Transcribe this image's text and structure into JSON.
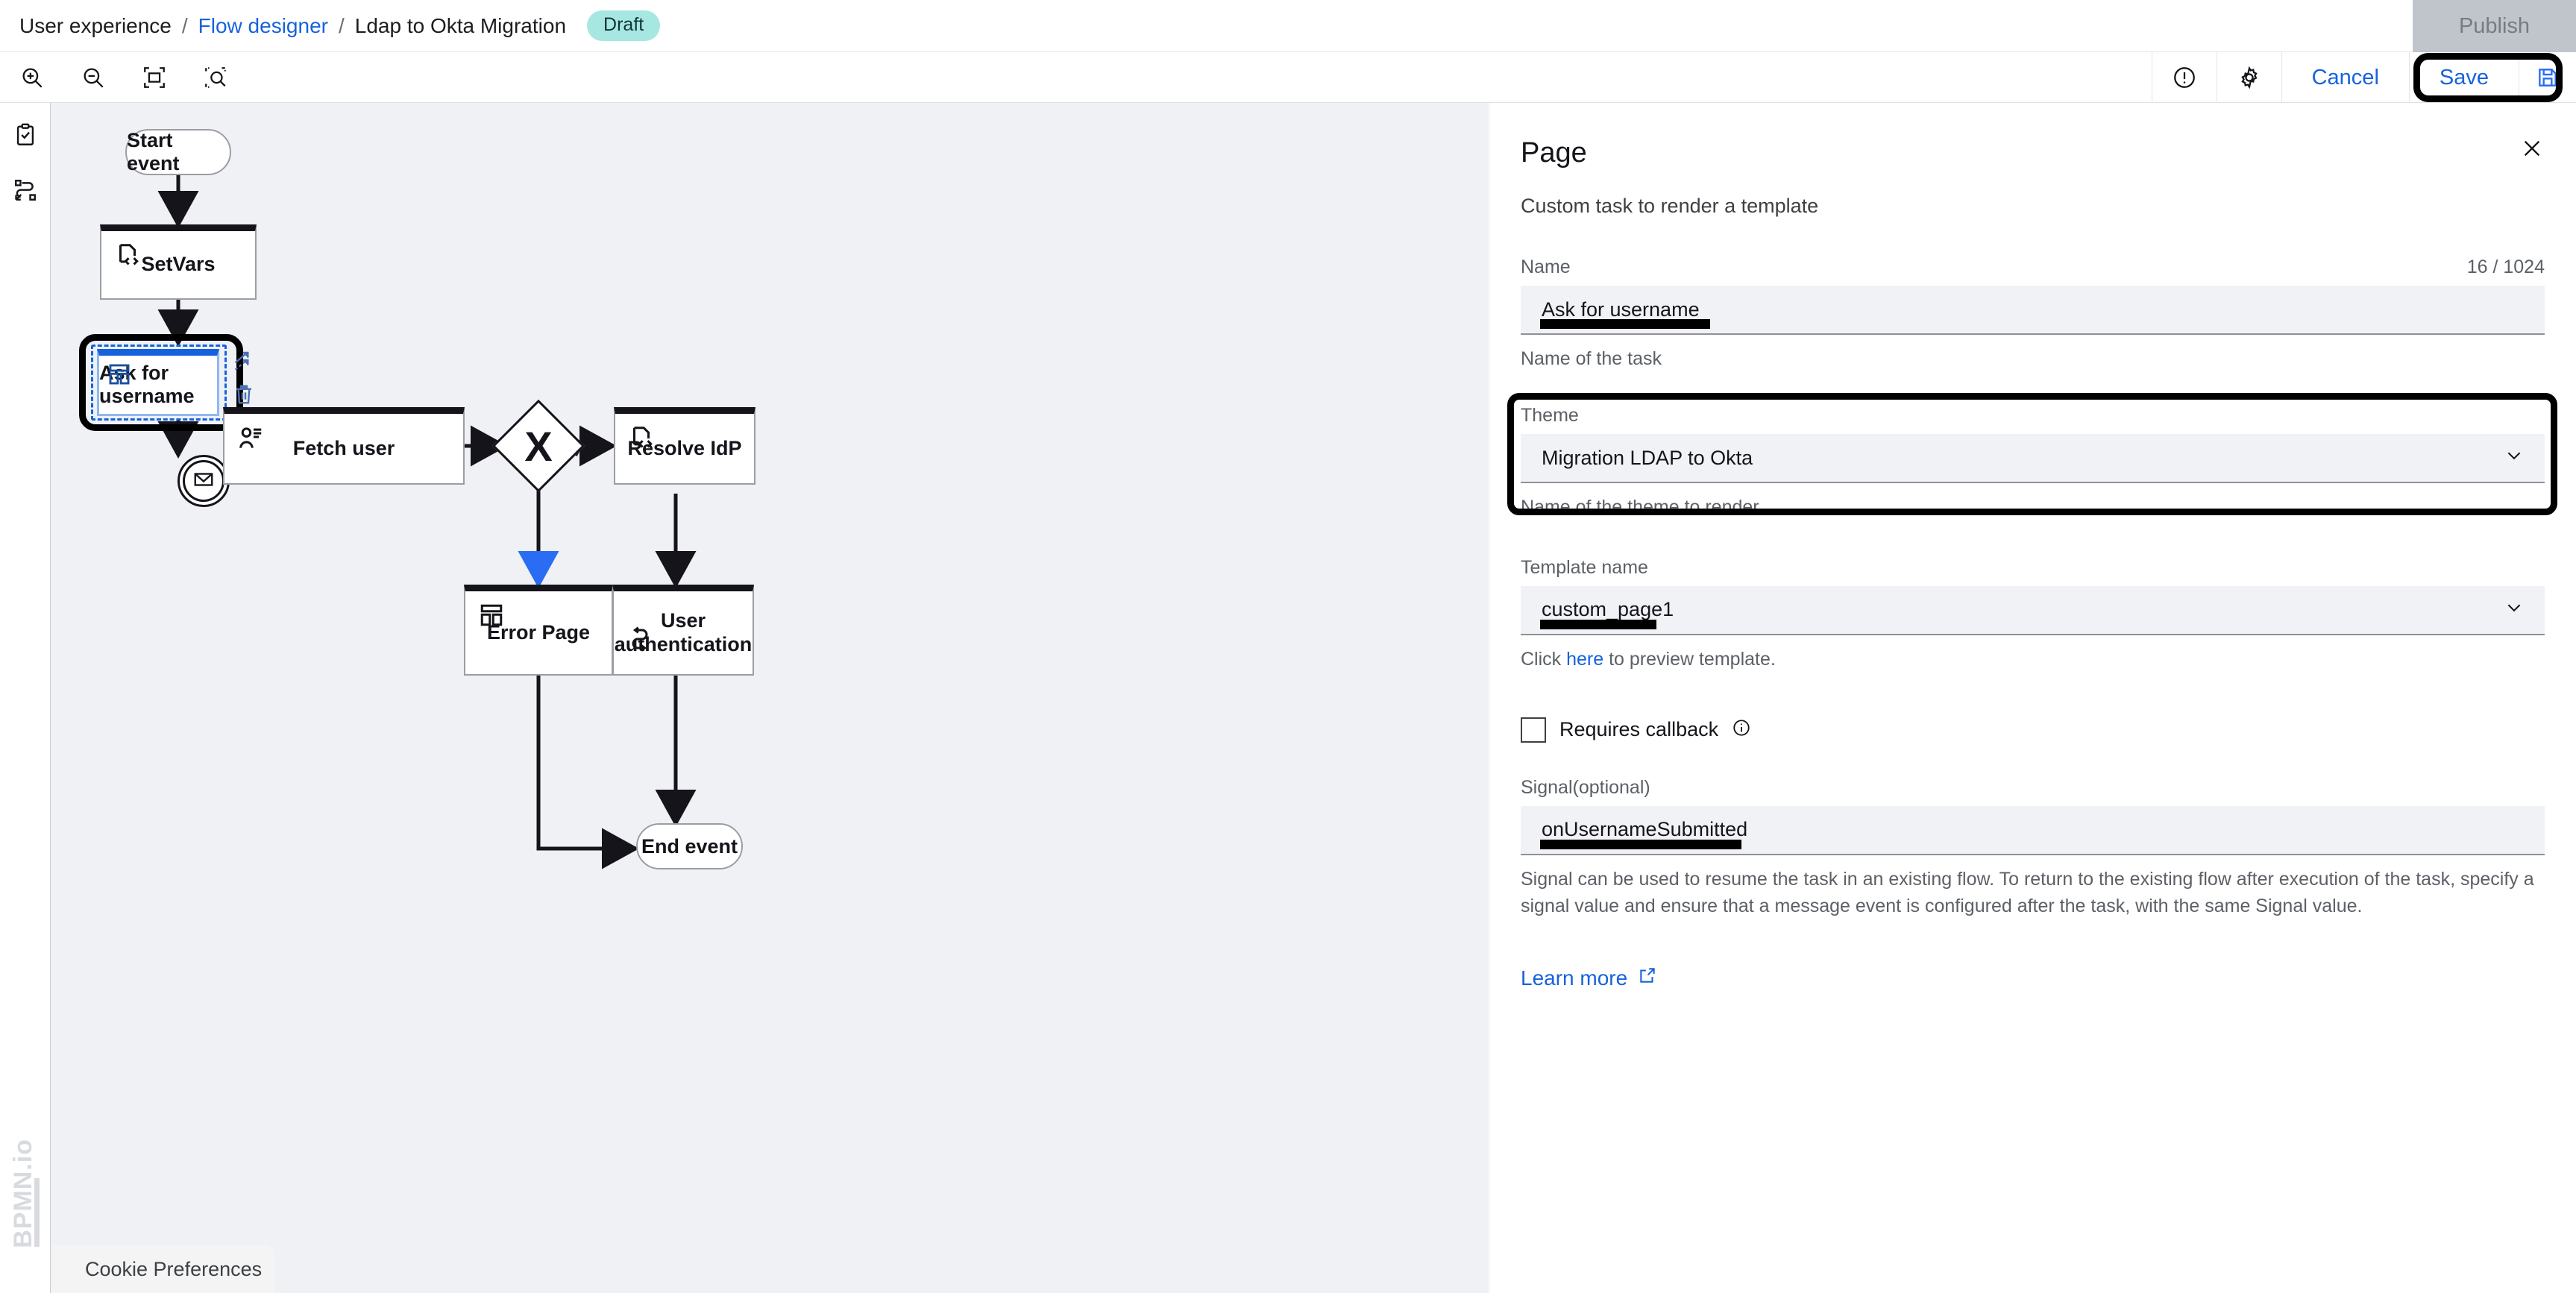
{
  "breadcrumb": {
    "root": "User experience",
    "section": "Flow designer",
    "current": "Ldap to Okta Migration",
    "status_badge": "Draft",
    "separator": "/"
  },
  "header": {
    "publish_label": "Publish",
    "cancel_label": "Cancel",
    "save_label": "Save",
    "alert_icon": "alert-circle-icon",
    "settings_icon": "gear-icon",
    "save_disk_icon": "floppy-disk-icon"
  },
  "canvas_toolbar": {
    "zoom_in_icon": "zoom-in-icon",
    "zoom_out_icon": "zoom-out-icon",
    "fit_viewport_icon": "fit-to-screen-icon",
    "zoom_selection_icon": "zoom-to-selection-icon"
  },
  "left_rail": {
    "items": [
      {
        "icon": "clipboard-check-icon",
        "name": "tasks-panel"
      },
      {
        "icon": "flow-nodes-icon",
        "name": "flow-elements-panel"
      }
    ]
  },
  "canvas": {
    "watermark": "BPMN.io",
    "cookie_preferences": "Cookie Preferences",
    "nodes": [
      {
        "id": "start",
        "label": "Start event",
        "type": "event",
        "icon": "none"
      },
      {
        "id": "setvars",
        "label": "SetVars",
        "type": "task",
        "icon": "script-code-icon"
      },
      {
        "id": "askuser",
        "label": "Ask for username",
        "type": "task",
        "icon": "template-page-icon",
        "selected": true
      },
      {
        "id": "message",
        "label": "",
        "type": "message-event",
        "icon": "envelope-icon"
      },
      {
        "id": "fetch",
        "label": "Fetch user",
        "type": "task",
        "icon": "user-profile-icon"
      },
      {
        "id": "gateway",
        "label": "X",
        "type": "gateway",
        "icon": "xor-gateway-icon"
      },
      {
        "id": "resolve",
        "label": "Resolve IdP",
        "type": "task",
        "icon": "script-code-icon"
      },
      {
        "id": "errorpage",
        "label": "Error Page",
        "type": "task",
        "icon": "template-page-icon"
      },
      {
        "id": "userauth",
        "label": "User\nauthentication",
        "type": "task",
        "icon": "subprocess-loop-icon"
      },
      {
        "id": "end",
        "label": "End event",
        "type": "event",
        "icon": "none"
      }
    ],
    "selection_tools": [
      {
        "icon": "connect-arrows-icon",
        "name": "connect-tool"
      },
      {
        "icon": "trash-icon",
        "name": "delete-tool"
      }
    ]
  },
  "panel": {
    "title": "Page",
    "subtitle": "Custom task to render a template",
    "close_icon": "close-icon",
    "name": {
      "label": "Name",
      "counter": "16 / 1024",
      "value": "Ask for username",
      "help": "Name of the task"
    },
    "theme": {
      "label": "Theme",
      "value": "Migration LDAP to Okta",
      "help": "Name of the theme to render",
      "chevron_icon": "chevron-down-icon"
    },
    "template": {
      "label": "Template name",
      "value": "custom_page1",
      "help_prefix": "Click ",
      "help_link": "here",
      "help_suffix": " to preview template.",
      "chevron_icon": "chevron-down-icon"
    },
    "callback": {
      "label": "Requires callback",
      "checked": false,
      "info_icon": "info-circle-icon"
    },
    "signal": {
      "label": "Signal(optional)",
      "value": "onUsernameSubmitted",
      "help": "Signal can be used to resume the task in an existing flow. To return to the existing flow after execution of the task, specify a signal value and ensure that a message event is configured after the task, with the same Signal value."
    },
    "learn_more": {
      "label": "Learn more",
      "icon": "external-link-icon"
    }
  },
  "colors": {
    "accent_blue": "#1662dd",
    "badge_teal": "#a6e8e1",
    "canvas_bg": "#eff1f5",
    "annotation": "#000000"
  }
}
